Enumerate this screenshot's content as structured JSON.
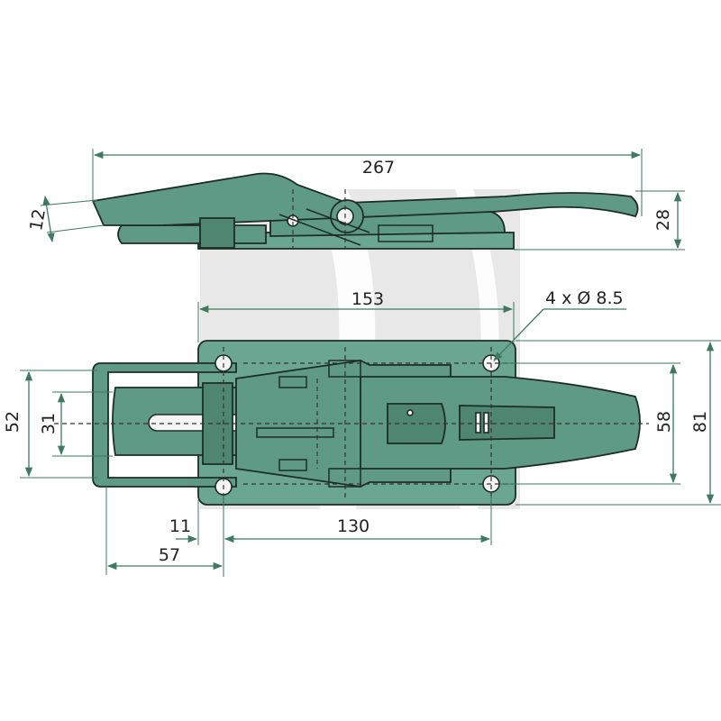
{
  "dimensions": {
    "overall_length": "267",
    "lever_thickness": "12",
    "side_height": "28",
    "plate_length": "153",
    "holes": "4 x Ø 8.5",
    "hook_width": "52",
    "slot_width": "31",
    "hole_spacing_v": "58",
    "plate_width": "81",
    "offset_small": "11",
    "hole_spacing_h": "130",
    "hook_offset": "57"
  },
  "colors": {
    "part": "#5f9a86",
    "dimension_lines": "#3d7a5e",
    "outline": "#1e2c27"
  }
}
